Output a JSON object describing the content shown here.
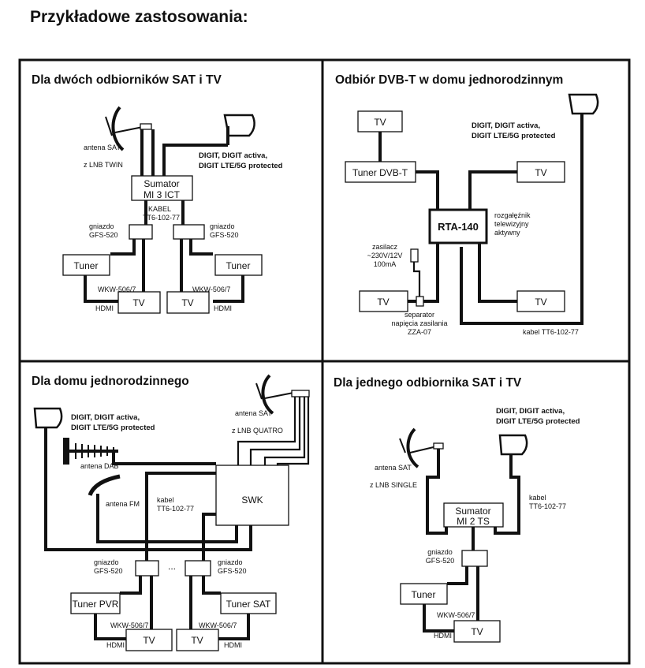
{
  "page_title": "Przykładowe zastosowania:",
  "p1": {
    "title": "Dla dwóch odbiorników SAT i TV",
    "antenna_sat": "antena SAT",
    "lnb": "z LNB TWIN",
    "digit_1": "DIGIT, DIGIT activa,",
    "digit_2": "DIGIT LTE/5G protected",
    "combiner_1": "Sumator",
    "combiner_2": "MI 3 ICT",
    "cable_1": "KABEL",
    "cable_2": "TT6-102-77",
    "socket_l1": "gniazdo",
    "socket_l2": "GFS-520",
    "socket_r1": "gniazdo",
    "socket_r2": "GFS-520",
    "tuner_l": "Tuner",
    "tuner_r": "Tuner",
    "wkw_l": "WKW-506/7",
    "wkw_r": "WKW-506/7",
    "hdmi_l": "HDMI",
    "hdmi_r": "HDMI",
    "tv_l": "TV",
    "tv_r": "TV"
  },
  "p2": {
    "title": "Odbiór DVB-T w domu jednorodzinnym",
    "tv_top": "TV",
    "digit_1": "DIGIT, DIGIT activa,",
    "digit_2": "DIGIT LTE/5G protected",
    "tuner": "Tuner DVB-T",
    "tv_right_top": "TV",
    "splitter": "RTA-140",
    "splitter_desc_1": "rozgałęźnik",
    "splitter_desc_2": "telewizyjny",
    "splitter_desc_3": "aktywny",
    "psu_1": "zasilacz",
    "psu_2": "~230V/12V",
    "psu_3": "100mA",
    "tv_bottom_left": "TV",
    "tv_bottom_right": "TV",
    "sep_1": "separator",
    "sep_2": "napięcia zasilania",
    "sep_3": "ZZA-07",
    "cable": "kabel TT6-102-77"
  },
  "p3": {
    "title": "Dla domu jednorodzinnego",
    "digit_1": "DIGIT, DIGIT activa,",
    "digit_2": "DIGIT LTE/5G protected",
    "antenna_sat": "antena SAT",
    "lnb": "z LNB QUATRO",
    "antenna_dab": "antena DAB",
    "antenna_fm": "antena FM",
    "cable_1": "kabel",
    "cable_2": "TT6-102-77",
    "switch": "SWK",
    "socket_l1": "gniazdo",
    "socket_l2": "GFS-520",
    "dots": "...",
    "socket_r1": "gniazdo",
    "socket_r2": "GFS-520",
    "tuner_l": "Tuner PVR",
    "tuner_r": "Tuner SAT",
    "wkw_l": "WKW-506/7",
    "wkw_r": "WKW-506/7",
    "hdmi_l": "HDMI",
    "hdmi_r": "HDMI",
    "tv_l": "TV",
    "tv_r": "TV"
  },
  "p4": {
    "title": "Dla jednego odbiornika SAT i TV",
    "digit_1": "DIGIT, DIGIT activa,",
    "digit_2": "DIGIT LTE/5G protected",
    "antenna_sat": "antena SAT",
    "lnb": "z LNB SINGLE",
    "cable_1": "kabel",
    "cable_2": "TT6-102-77",
    "combiner_1": "Sumator",
    "combiner_2": "MI 2 TS",
    "socket_1": "gniazdo",
    "socket_2": "GFS-520",
    "tuner": "Tuner",
    "wkw": "WKW-506/7",
    "hdmi": "HDMI",
    "tv": "TV"
  }
}
